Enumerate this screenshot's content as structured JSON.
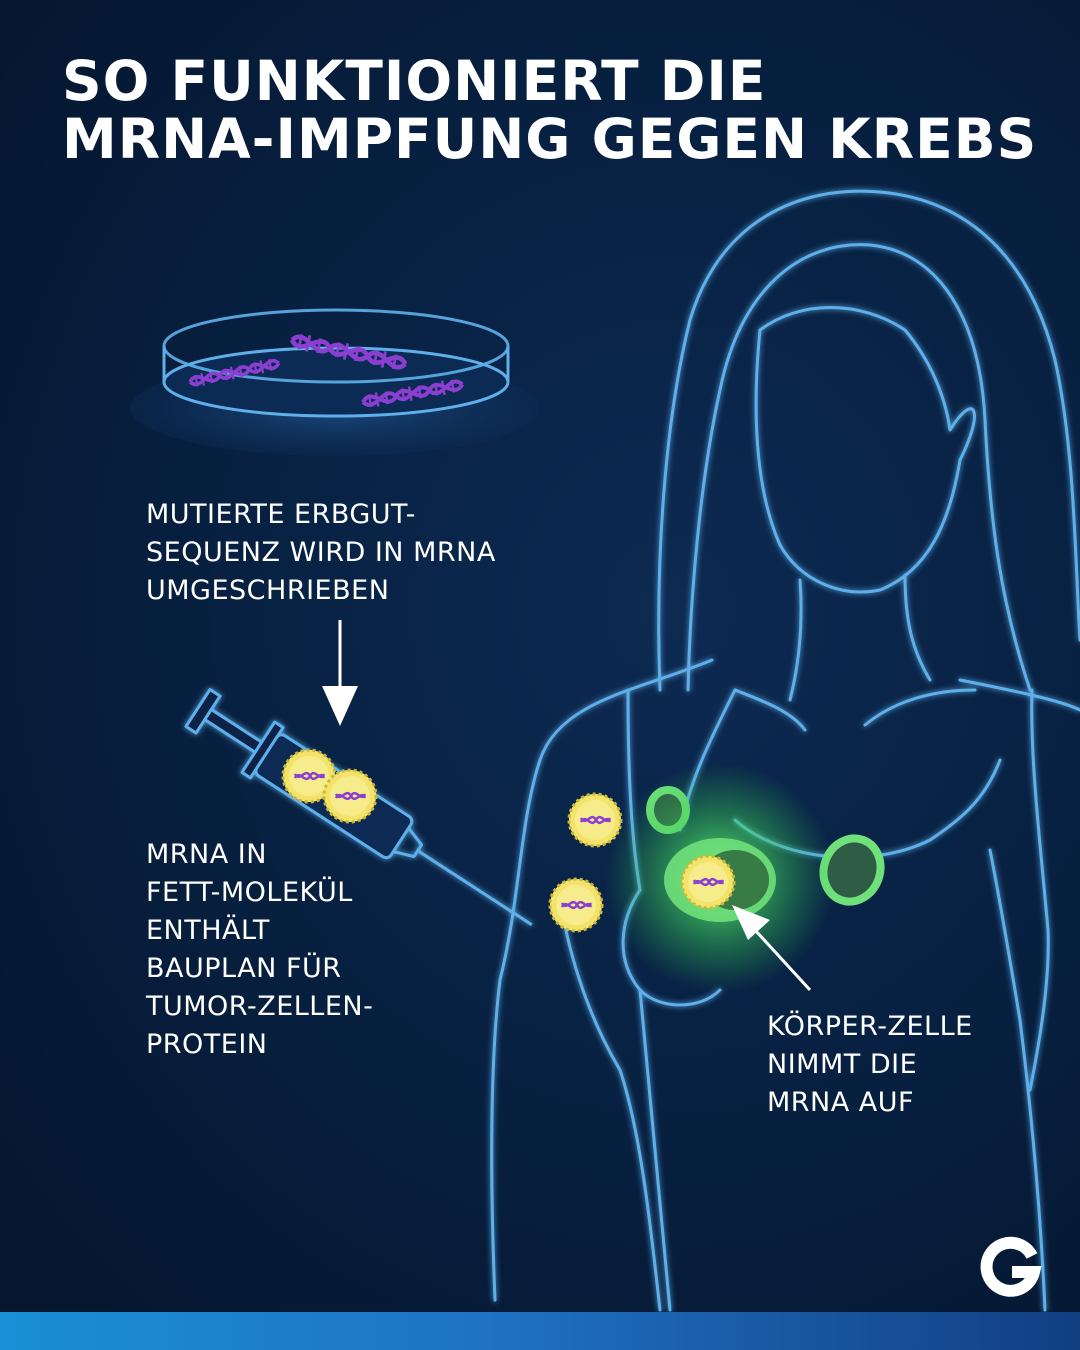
{
  "title": {
    "line1": "SO FUNKTIONIERT DIE",
    "line2": "MRNA-IMPFUNG GEGEN KREBS"
  },
  "labels": {
    "sequence": [
      "MUTIERTE ERBGUT-",
      "SEQUENZ WIRD IN MRNA",
      "UMGESCHRIEBEN"
    ],
    "lipid": [
      "MRNA IN",
      "FETT-MOLEKÜL",
      "ENTHÄLT",
      "BAUPLAN FÜR",
      "TUMOR-ZELLEN-",
      "PROTEIN"
    ],
    "cell": [
      "KÖRPER-ZELLE",
      "NIMMT DIE",
      "MRNA AUF"
    ]
  },
  "icons": {
    "petri_dish": "petri-dish-icon",
    "dna": "dna-icon",
    "syringe": "syringe-icon",
    "lipid_nanoparticle": "lipid-nanoparticle-icon",
    "body_cell": "body-cell-icon",
    "arrow": "arrow-icon",
    "logo": "g-logo-icon"
  },
  "colors": {
    "background": "#082244",
    "outline": "#5fb0ea",
    "dna": "#8a3fd1",
    "particle": "#f3e36a",
    "cell": "#6fe07a",
    "bottom_bar": "#1a8fd6"
  }
}
